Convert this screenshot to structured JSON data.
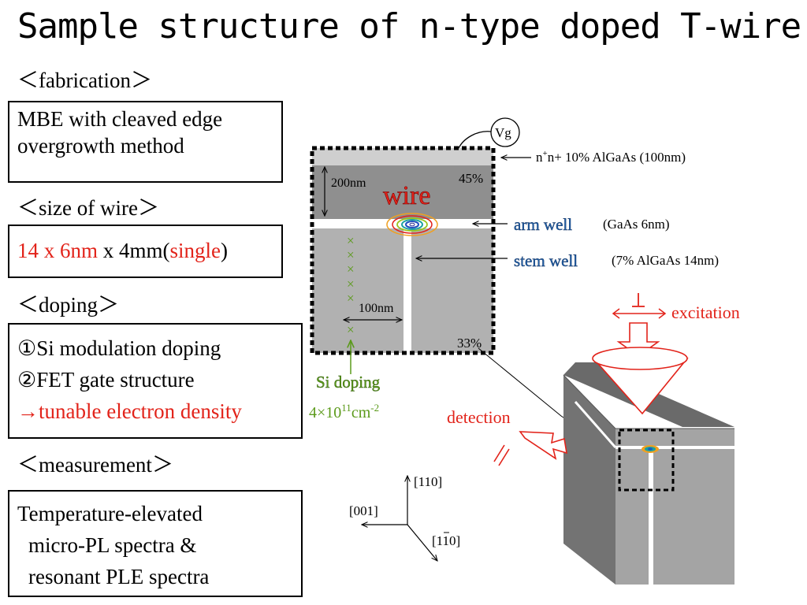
{
  "title": "Sample structure of n-type doped T-wire",
  "left": {
    "fabrication_heading": "＜fabrication＞",
    "fabrication_lines": [
      "MBE with cleaved edge",
      "overgrowth method"
    ],
    "size_heading": "＜size of wire＞",
    "size": {
      "dims": "14 x 6nm",
      "length": " x 4mm(",
      "single": "single",
      "close": ")"
    },
    "doping_heading": "＜doping＞",
    "doping_lines": [
      "①Si modulation doping",
      "②FET gate structure",
      "→tunable electron density"
    ],
    "measurement_heading": "＜measurement＞",
    "measurement_lines": [
      "Temperature-elevated",
      "micro-PL spectra &",
      "resonant PLE spectra"
    ]
  },
  "diagram": {
    "vg": "Vg",
    "top_layer_label": "n+ 10% AlGaAs (100nm)",
    "thickness_200": "200nm",
    "pct_45": "45%",
    "wire_label": "wire",
    "arm_well": "arm well",
    "arm_well_spec": "(GaAs 6nm)",
    "stem_well": "stem well",
    "stem_well_spec": "(7% AlGaAs 14nm)",
    "width_100": "100nm",
    "pct_33": "33%",
    "si_doping": "Si doping",
    "si_density": "4×10",
    "si_density_exp": "11",
    "si_density_unit": "cm",
    "si_density_unit_exp": "-2",
    "excitation": "excitation",
    "detection": "detection",
    "axis_110": "[110]",
    "axis_001": "[001]",
    "axis_1-10": "[110]"
  },
  "colors": {
    "accent_red": "#e2231a",
    "label_blue": "#1f5fa8",
    "doping_green": "#5b9a1a"
  }
}
